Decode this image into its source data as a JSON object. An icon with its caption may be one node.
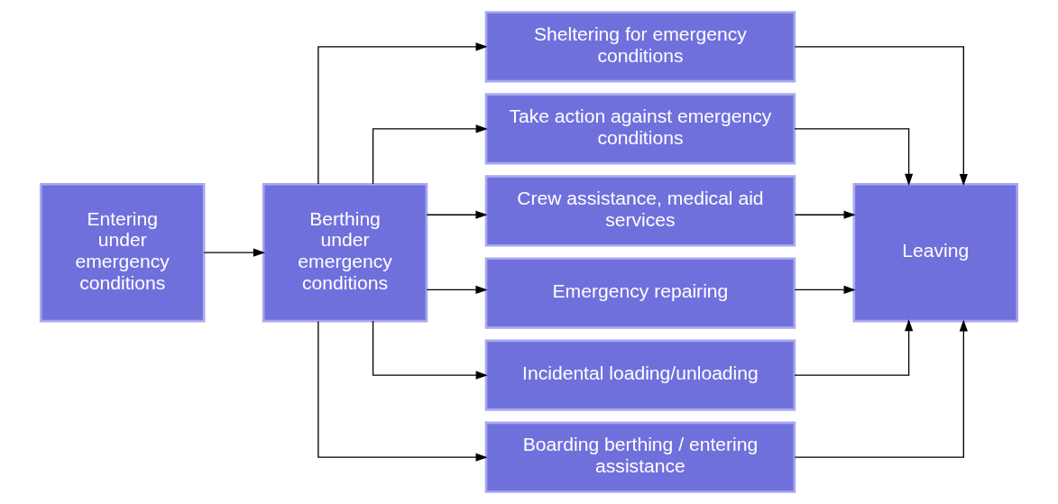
{
  "diagram": {
    "nodes": [
      {
        "text": [
          "Entering under emergency conditions"
        ]
      },
      {
        "text": [
          "Berthing under emergency conditions"
        ]
      },
      {
        "text": [
          "Sheltering for emergency conditions"
        ]
      },
      {
        "text": [
          "Take action against emergency conditions"
        ]
      },
      {
        "text": [
          "Crew assistance, medical aid services"
        ]
      },
      {
        "text": [
          "Emergency repairing"
        ]
      },
      {
        "text": [
          "Incidental loading/unloading"
        ]
      },
      {
        "text": [
          "Boarding berthing / entering assistance"
        ]
      },
      {
        "text": [
          "Leaving"
        ]
      }
    ],
    "edges": [
      {
        "from": 0,
        "to": 1,
        "arrow": "to"
      },
      {
        "from": 1,
        "to": 2,
        "arrow": "to"
      },
      {
        "from": 1,
        "to": 3,
        "arrow": "to"
      },
      {
        "from": 1,
        "to": 4,
        "arrow": "to"
      },
      {
        "from": 1,
        "to": 5,
        "arrow": "to"
      },
      {
        "from": 1,
        "to": 6,
        "arrow": "to"
      },
      {
        "from": 1,
        "to": 7,
        "arrow": "to"
      },
      {
        "from": 2,
        "to": 8,
        "arrow": "to"
      },
      {
        "from": 3,
        "to": 8,
        "arrow": "to"
      },
      {
        "from": 4,
        "to": 8,
        "arrow": "to"
      },
      {
        "from": 5,
        "to": 8,
        "arrow": "to"
      },
      {
        "from": 6,
        "to": 8,
        "arrow": "to"
      },
      {
        "from": 7,
        "to": 8,
        "arrow": "to"
      }
    ]
  }
}
